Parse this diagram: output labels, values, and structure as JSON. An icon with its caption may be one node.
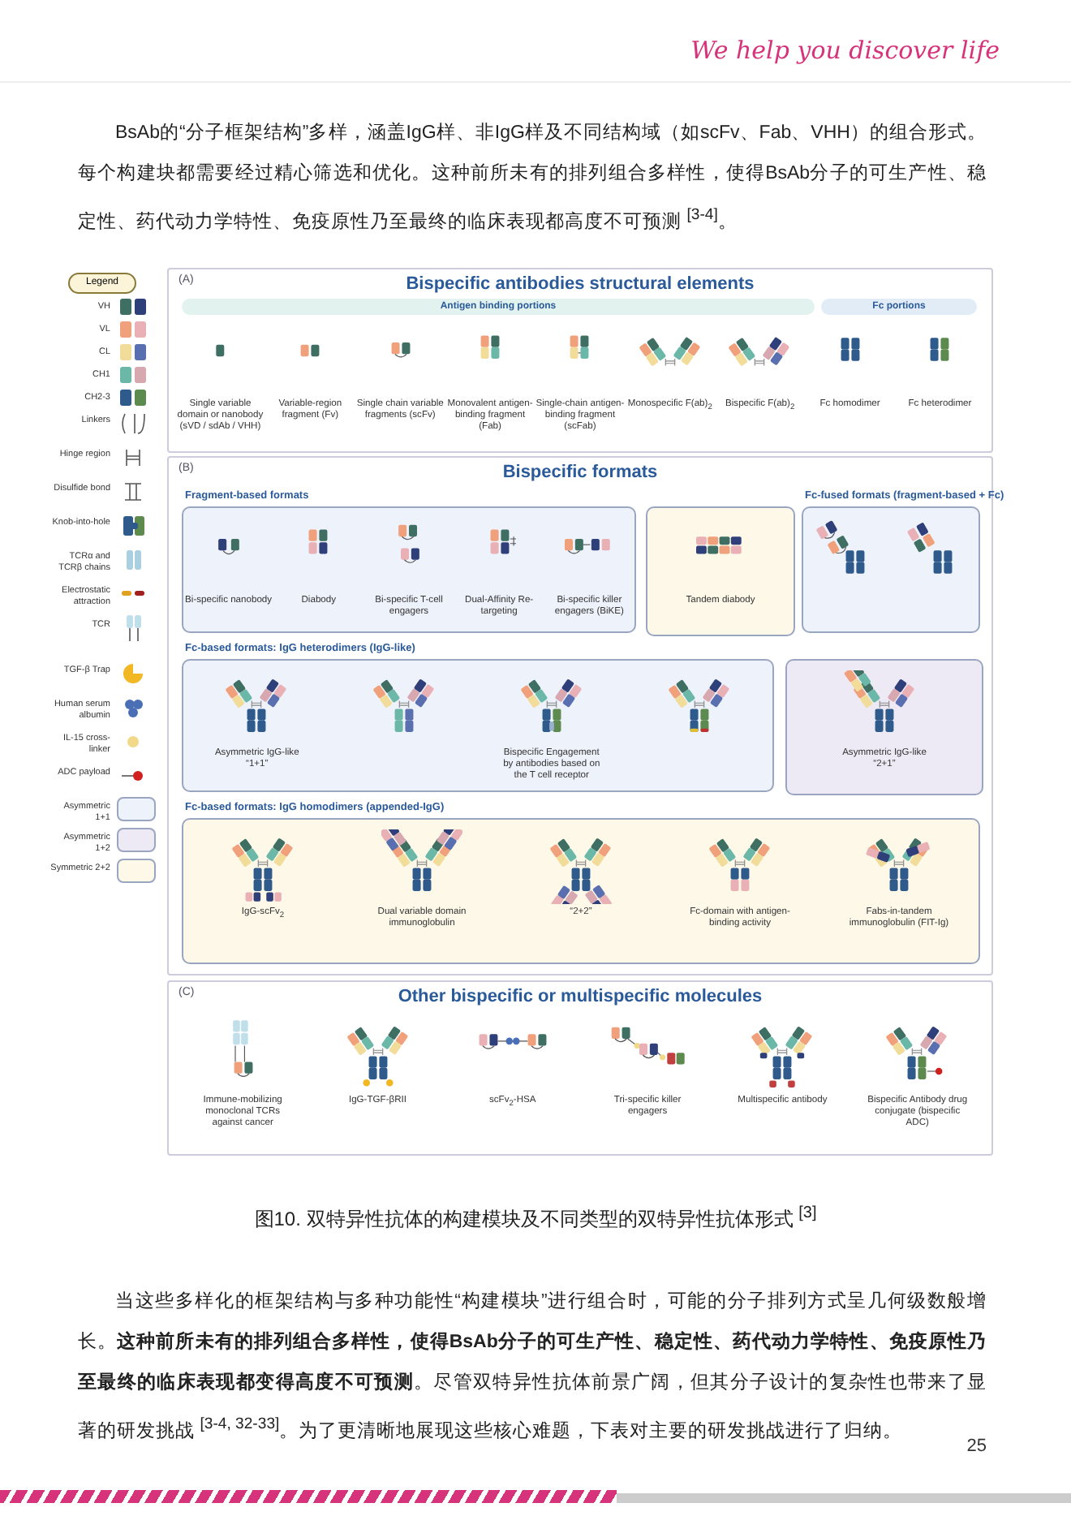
{
  "diagram": {
    "caption": "图10. 双特异性抗体的构建模块及不同类型的双特异性抗体形式 $^{[3]}$",
    "nodes": [
      {
        "text": [
          "Legend"
        ]
      },
      {
        "text": [
          "(A)",
          "Bispecific antibodies structural elements",
          "Single variable domain or nanobody (sVD / sdAb / VHH)",
          "Variable-region fragment (Fv)",
          "Single chain variable fragments (scFv)",
          "Monovalent antigen-binding fragment (Fab)",
          "Single-chain antigen-binding fragment (scFab)",
          "Monospecific F(ab)$_{2}$",
          "Bispecific F(ab)$_{2}$",
          "Fc homodimer",
          "Fc heterodimer"
        ]
      },
      {
        "text": [
          "Antigen binding portions"
        ],
        "in": 1
      },
      {
        "text": [
          "Fc portions"
        ],
        "in": 1
      },
      {
        "text": [
          "(B)",
          "Bispecific formats"
        ]
      },
      {
        "text": [
          "Fragment-based formats",
          "Bi-specific nanobody",
          "Diabody",
          "Bi-specific T-cell engagers",
          "Dual-Affinity Re-targeting",
          "Bi-specific killer engagers (BiKE)"
        ],
        "in": 4
      },
      {
        "text": [
          "Tandem diabody"
        ],
        "in": 4
      },
      {
        "text": [
          "Fc-fused formats (fragment-based + Fc)"
        ],
        "in": 4
      },
      {
        "text": [
          "Fc-based formats: IgG heterodimers (IgG-like)",
          "Asymmetric IgG-like “1+1”",
          "Bispecific Engagement by antibodies based on the T cell receptor"
        ],
        "in": 4
      },
      {
        "text": [
          "Asymmetric IgG-like “2+1”"
        ],
        "in": 4
      },
      {
        "text": [
          "Fc-based formats: IgG homodimers (appended-IgG)",
          "IgG-scFv$_{2}$",
          "Dual variable domain immunoglobulin",
          "“2+2”",
          "Fc-domain with antigen-binding activity",
          "Fabs-in-tandem immunoglobulin (FIT-Ig)"
        ],
        "in": 4
      },
      {
        "text": [
          "(C)",
          "Other bispecific or multispecific molecules",
          "Immune-mobilizing monoclonal TCRs against cancer",
          "IgG-TGF-βRII",
          "scFv$_{2}$-HSA",
          "Tri-specific killer engagers",
          "Multispecific antibody",
          "Bispecific Antibody drug conjugate (bispecific ADC)"
        ]
      }
    ],
    "edges": [],
    "labels": [
      "We help you discover life",
      "BsAb的“分子框架结构”多样，涵盖IgG样、非IgG样及不同结构域（如scFv、Fab、VHH）的组合形式。每个构建块都需要经过精心筛选和优化。这种前所未有的排列组合多样性，使得BsAb分子的可生产性、稳定性、药代动力学特性、免疫原性乃至最终的临床表现都高度不可预测 $^{[3-4]}$。",
      "当这些多样化的框架结构与多种功能性“构建模块”进行组合时，可能的分子排列方式呈几何级数般增长。**这种前所未有的排列组合多样性，使得BsAb分子的可生产性、稳定性、药代动力学特性、免疫原性乃至最终的临床表现都变得高度不可预测**。尽管双特异性抗体前景广阔，但其分子设计的复杂性也带来了显著的研发挑战 $^{[3-4, 32-33]}$。为了更清晰地展现这些核心难题，下表对主要的研发挑战进行了归纳。",
      "25"
    ],
    "legend": [
      {
        "text": "VH",
        "color": "#3f6f63"
      },
      {
        "text": "VL",
        "color": "#f0a07a"
      },
      {
        "text": "CL",
        "color": "#f2dc9a"
      },
      {
        "text": "CH1",
        "color": "#6bb8a8"
      },
      {
        "text": "CH2-3",
        "color": "#2e5a8c"
      },
      {
        "text": "Linkers"
      },
      {
        "text": "Hinge region"
      },
      {
        "text": "Disulfide bond"
      },
      {
        "text": "Knob-into-hole"
      },
      {
        "text": "TCRα and TCRβ chains"
      },
      {
        "text": "Electrostatic attraction"
      },
      {
        "text": "TCR"
      },
      {
        "text": "TGF-β Trap"
      },
      {
        "text": "Human serum albumin"
      },
      {
        "text": "IL-15 cross-linker"
      },
      {
        "text": "ADC payload"
      },
      {
        "text": "Asymmetric 1+1",
        "color": "#eef2fb"
      },
      {
        "text": "Asymmetric 1+2",
        "color": "#eeeaf5"
      },
      {
        "text": "Symmetric 2+2",
        "color": "#fdf8e8"
      }
    ]
  }
}
